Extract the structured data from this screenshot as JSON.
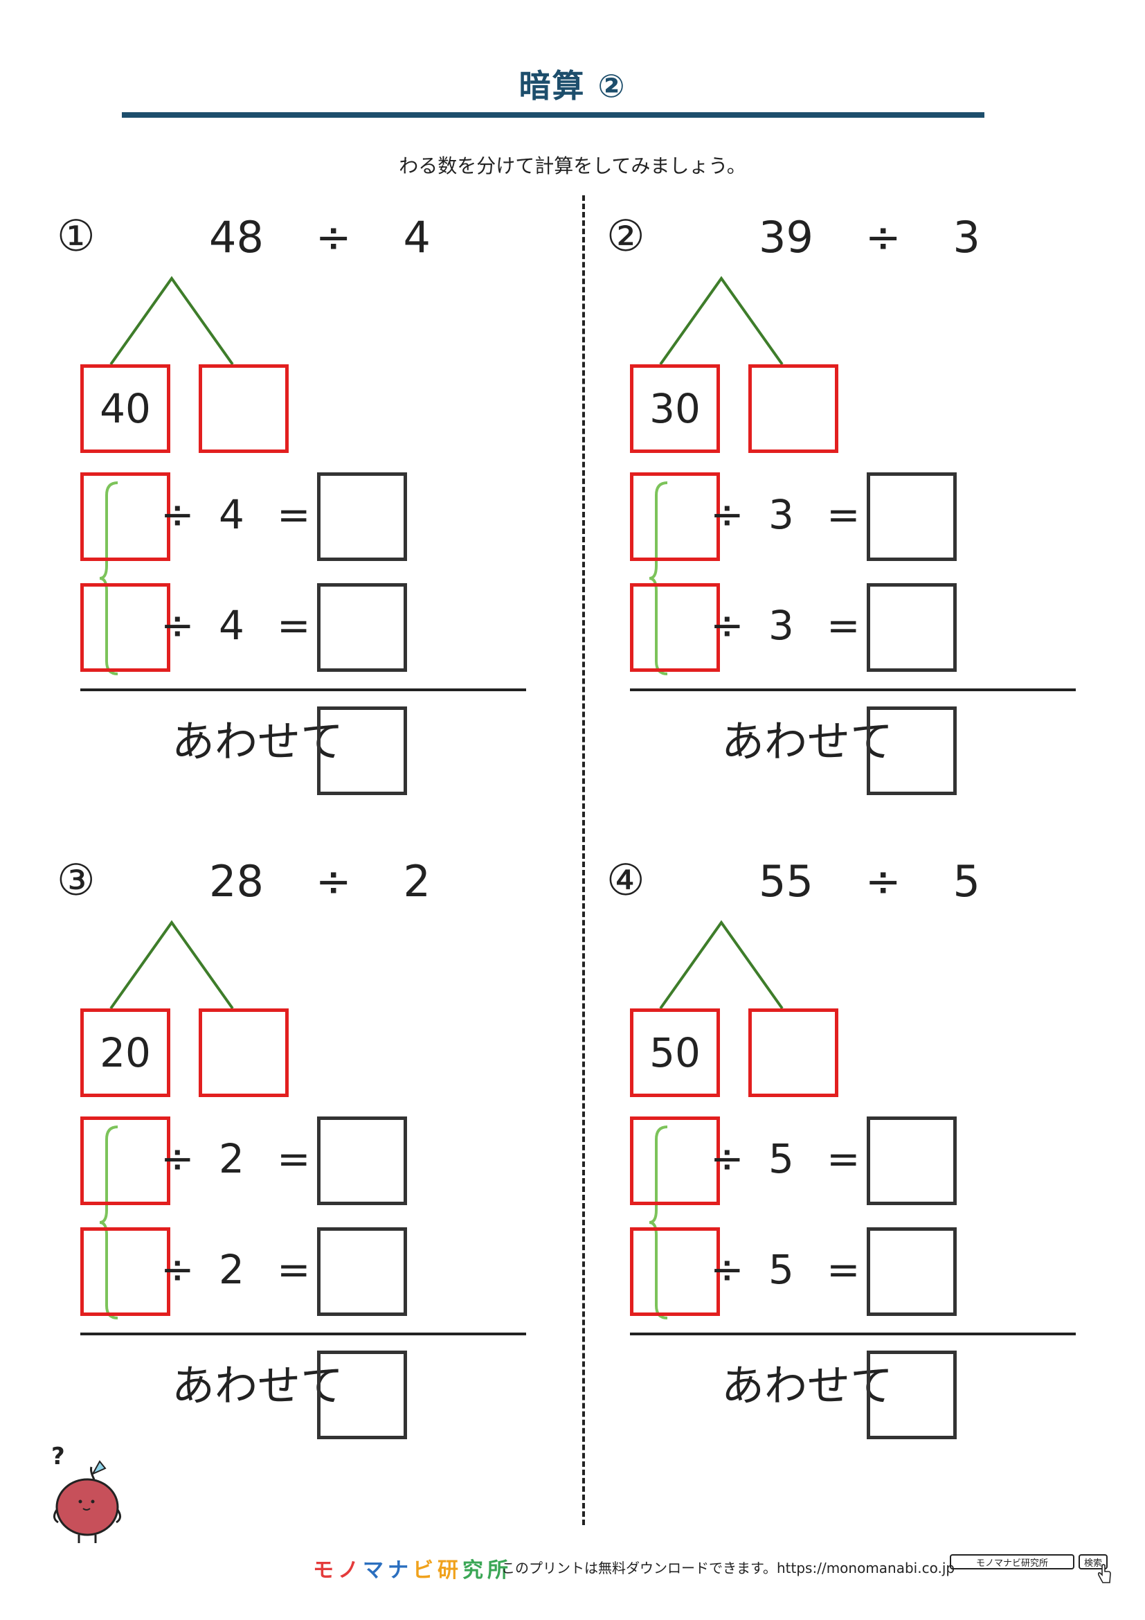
{
  "header": {
    "title": "暗算 ②",
    "instruction": "わる数を分けて計算をしてみましょう。"
  },
  "labels": {
    "div": "÷",
    "eq": "=",
    "sum": "あわせて"
  },
  "problems": [
    {
      "number": "①",
      "dividend": "48",
      "divisor": "4",
      "given_part": "40"
    },
    {
      "number": "②",
      "dividend": "39",
      "divisor": "3",
      "given_part": "30"
    },
    {
      "number": "③",
      "dividend": "28",
      "divisor": "2",
      "given_part": "20"
    },
    {
      "number": "④",
      "dividend": "55",
      "divisor": "5",
      "given_part": "50"
    }
  ],
  "footer": {
    "logo_part1": "モノ",
    "logo_part2": "マナ",
    "logo_part3": "ビ研",
    "logo_part4": "究所",
    "note": "このプリントは無料ダウンロードできます。https://monomanabi.co.jp",
    "search_text": "モノマナビ研究所",
    "search_button": "検索"
  },
  "colors": {
    "title": "#1d4e6c",
    "red_box": "#e21f1f",
    "tree_line": "#3e7d2a",
    "bracket": "#7cc35a"
  }
}
